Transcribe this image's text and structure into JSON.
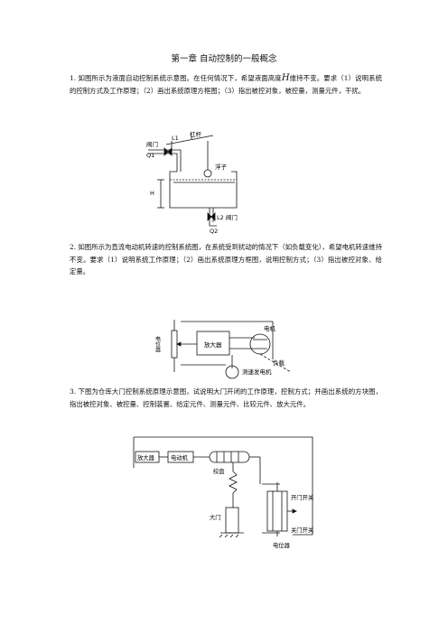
{
  "page": {
    "title": "第一章  自动控制的一般概念"
  },
  "questions": [
    {
      "text_before": "1. 如图所示为液面自动控制系统示意图。在任何情况下，希望液面高度",
      "variable": "H",
      "text_after": "维持不变。要求（1）说明系统的控制方式及工作原理；（2）画出系统原理方框图；（3）指出被控对象，被控量，测量元件，干扰。"
    },
    {
      "text": "2. 如图所示为直流电动机转速的控制系统图，在系统受到扰动的情况下（如负载变化），希望电机转速维持不变。要求（1）说明系统工作原理；（2）画出系统原理方框图，说明控制方式；（3）指出被控对象、给定量。"
    },
    {
      "text": "3. 下图为仓库大门控制系统原理示意图，试说明大门开闭的工作原理，控制方式；并画出系统的方块图，指出被控对象、被控量、控制装置、给定元件、测量元件、比较元件、放大元件。"
    }
  ],
  "fig1": {
    "lever": "杠杆",
    "valve_top": "阀门",
    "l1": "L1",
    "q1": "Q1",
    "float": "浮子",
    "h": "H",
    "valve_bottom": "L2 阀门",
    "q2": "Q2"
  },
  "fig2": {
    "potentiometer": "电位器",
    "amplifier": "放大器",
    "motor": "电机",
    "load": "负载",
    "tacho": "测速发电机"
  },
  "fig3": {
    "amplifier": "放大器",
    "motor": "电动机",
    "drum": "绞盘",
    "door": "大门",
    "open_switch": "开门开关",
    "close_switch": "关门开关",
    "potentiometer": "电位器"
  }
}
